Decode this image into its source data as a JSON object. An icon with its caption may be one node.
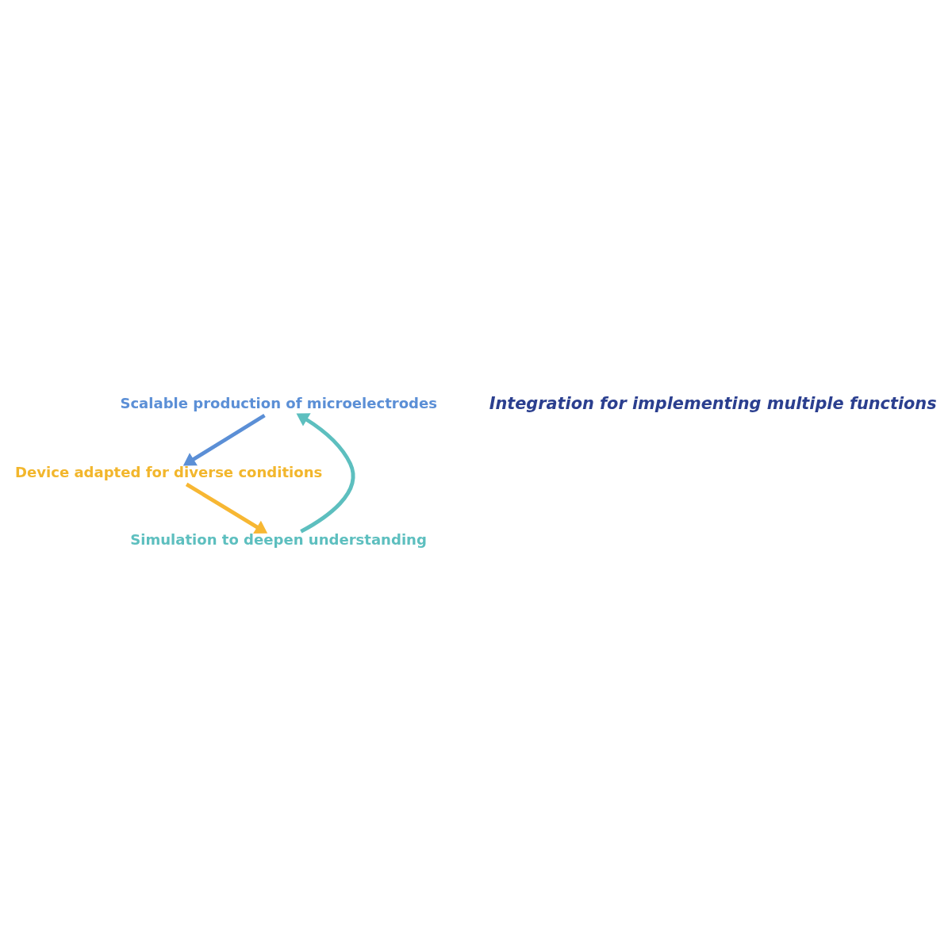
{
  "diagram": {
    "nodes": [
      {
        "text": [
          "Scalable production of microelectrodes"
        ]
      },
      {
        "text": [
          "Device adapted for diverse conditions"
        ]
      },
      {
        "text": [
          "Simulation to deepen understanding"
        ]
      },
      {
        "text": [
          "Integration for implementing multiple functions"
        ]
      }
    ],
    "edges": [
      {
        "from": 0,
        "to": 1,
        "arrow": "to",
        "color": "#5b8fd6"
      },
      {
        "from": 1,
        "to": 2,
        "arrow": "to",
        "color": "#f7b733"
      },
      {
        "from": 2,
        "to": 0,
        "arrow": "to",
        "color": "#5dbfbf"
      }
    ]
  }
}
